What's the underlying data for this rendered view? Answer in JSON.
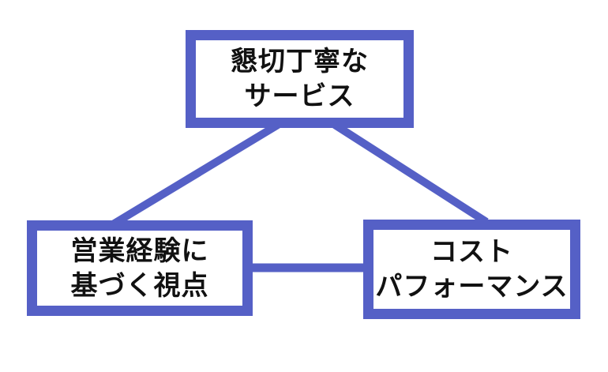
{
  "diagram": {
    "background_color": "#ffffff",
    "accent_color": "#5560c6",
    "text_color": "#111111",
    "nodes": [
      {
        "id": "service",
        "lines": [
          "懇切丁寧な",
          "サービス"
        ]
      },
      {
        "id": "sales-experience",
        "lines": [
          "営業経験に",
          "基づく視点"
        ]
      },
      {
        "id": "cost-performance",
        "lines": [
          "コスト",
          "パフォーマンス"
        ]
      }
    ],
    "connectors": [
      {
        "from": "service",
        "to": "sales-experience"
      },
      {
        "from": "service",
        "to": "cost-performance"
      },
      {
        "from": "sales-experience",
        "to": "cost-performance"
      }
    ]
  }
}
